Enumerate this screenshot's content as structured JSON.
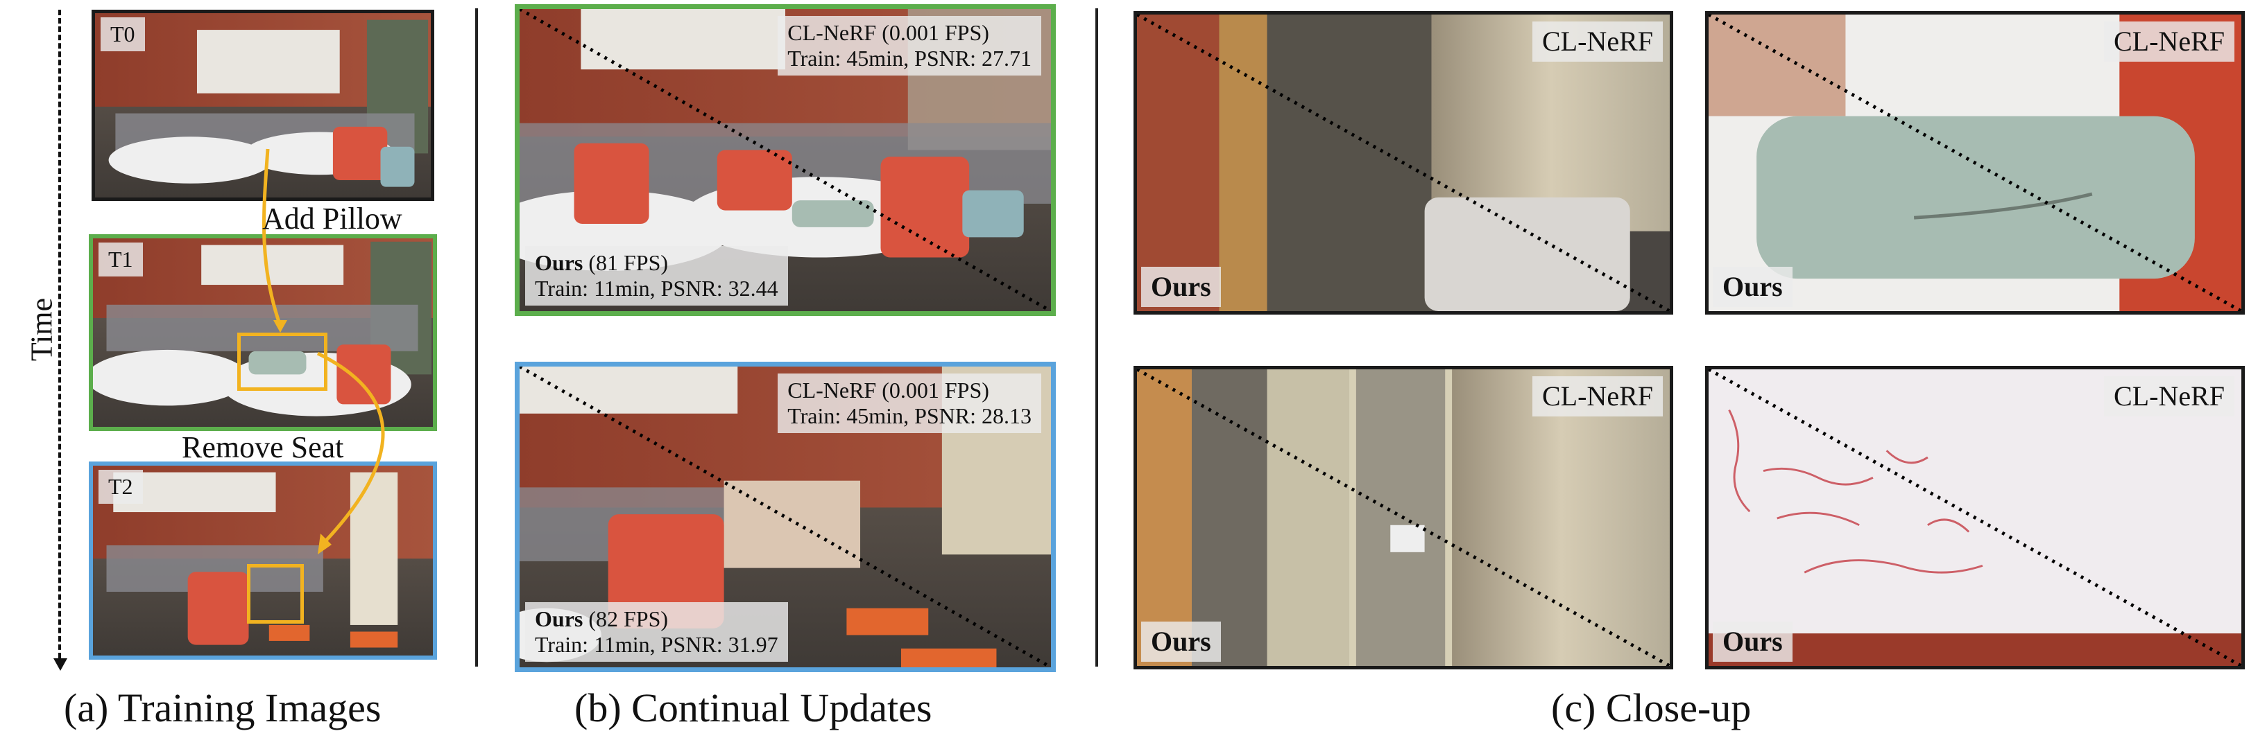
{
  "panel_a": {
    "time_label": "Time",
    "frames": [
      {
        "label": "T0",
        "border": "#1a1a1a"
      },
      {
        "label": "T1",
        "border": "#5cae4c"
      },
      {
        "label": "T2",
        "border": "#5aa3dc"
      }
    ],
    "annotations": {
      "add": "Add Pillow",
      "remove": "Remove Seat"
    },
    "highlight_color": "#f2b320",
    "caption": "(a) Training Images"
  },
  "panel_b": {
    "views": [
      {
        "border": "#5cae4c",
        "baseline_name": "CL-NeRF",
        "baseline_fps": "(0.001 FPS)",
        "baseline_stats": "Train: 45min, PSNR:  27.71",
        "ours_name": "Ours",
        "ours_fps": "(81 FPS)",
        "ours_stats": "Train: 11min, PSNR:  32.44"
      },
      {
        "border": "#5aa3dc",
        "baseline_name": "CL-NeRF",
        "baseline_fps": "(0.001 FPS)",
        "baseline_stats": "Train: 45min, PSNR:  28.13",
        "ours_name": "Ours",
        "ours_fps": "(82 FPS)",
        "ours_stats": "Train: 11min, PSNR:  31.97"
      }
    ],
    "caption": "(b) Continual Updates"
  },
  "panel_c": {
    "crops": [
      {
        "baseline": "CL-NeRF",
        "ours": "Ours"
      },
      {
        "baseline": "CL-NeRF",
        "ours": "Ours"
      },
      {
        "baseline": "CL-NeRF",
        "ours": "Ours"
      },
      {
        "baseline": "CL-NeRF",
        "ours": "Ours"
      }
    ],
    "caption": "(c) Close-up"
  }
}
